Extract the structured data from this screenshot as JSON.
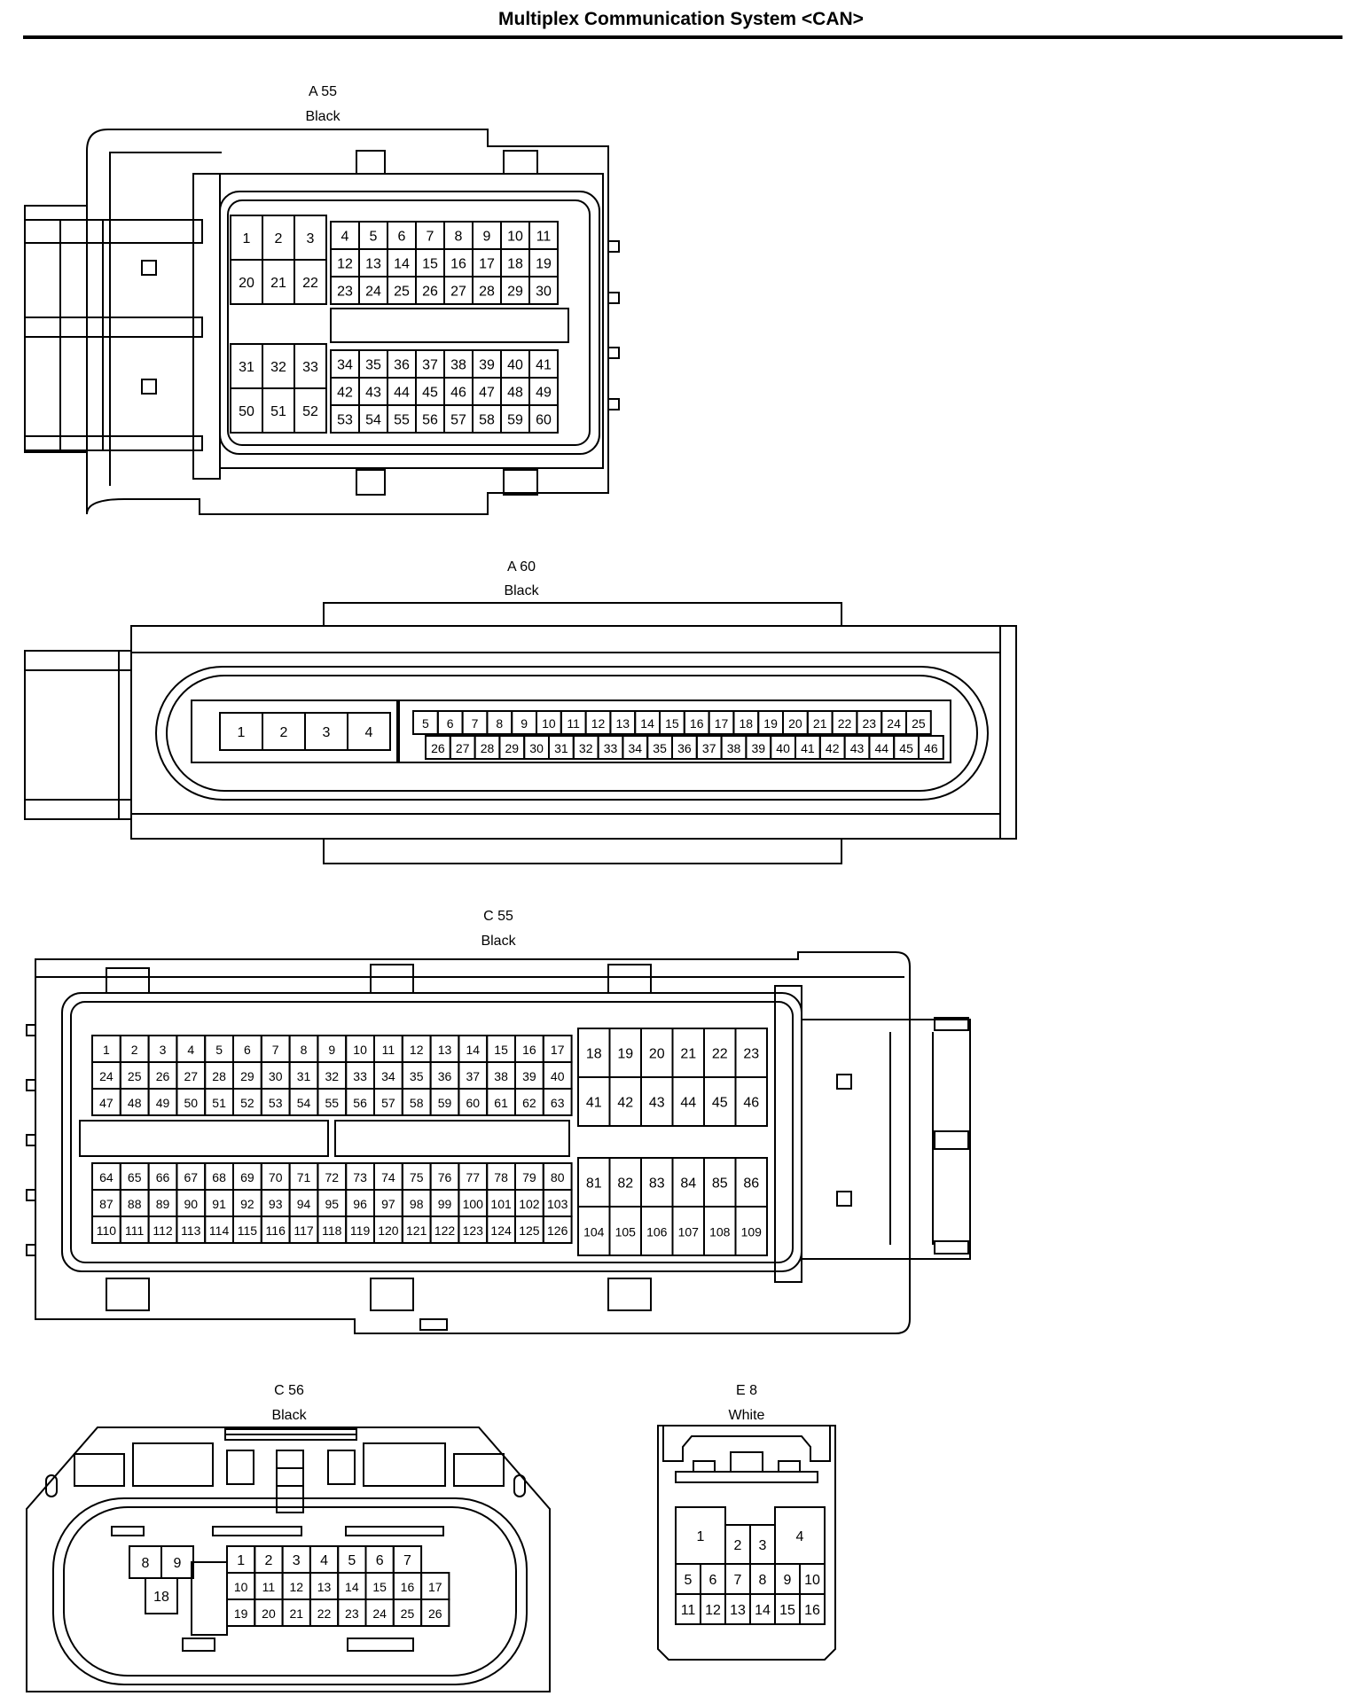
{
  "title": "Multiplex Communication System <CAN>",
  "connectors": [
    {
      "id": "A 55",
      "color": "Black"
    },
    {
      "id": "A 60",
      "color": "Black"
    },
    {
      "id": "C 55",
      "color": "Black"
    },
    {
      "id": "C 56",
      "color": "Black"
    },
    {
      "id": "E 8",
      "color": "White"
    }
  ]
}
